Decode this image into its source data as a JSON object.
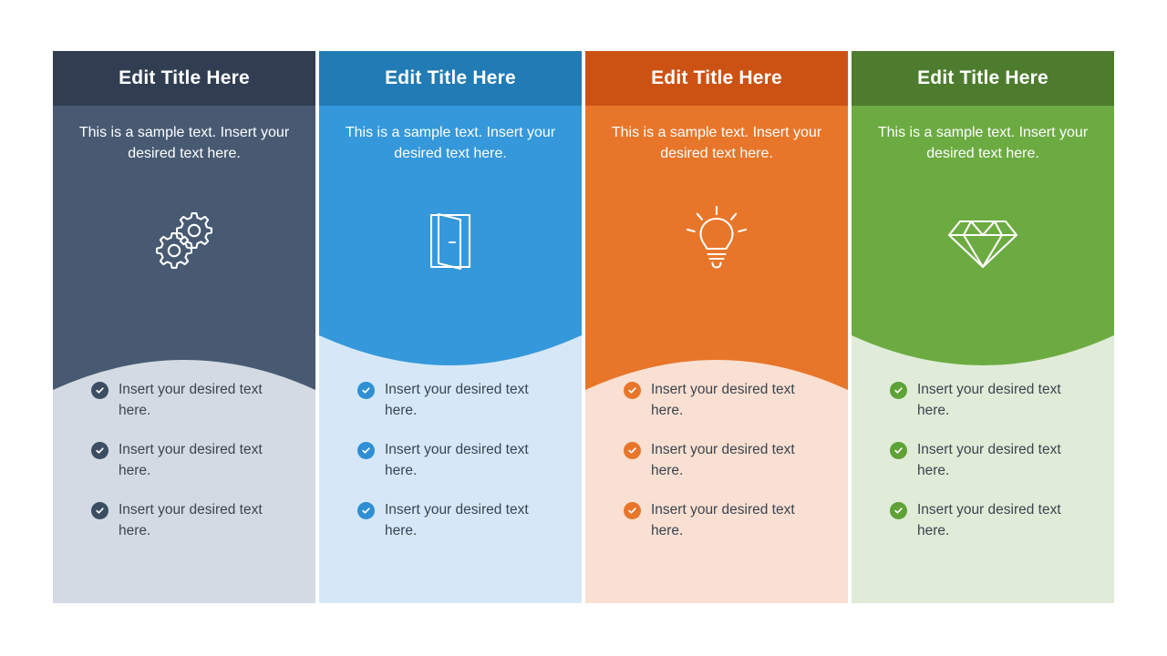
{
  "slide": {
    "background": "#ffffff",
    "layout": "four-column-wave-infographic"
  },
  "columns": [
    {
      "id": "column-1",
      "title": "Edit Title Here",
      "description": "This is a sample text. Insert your desired text here.",
      "icon": "gears-icon",
      "colors": {
        "header": "#313e52",
        "body": "#475a72",
        "tint": "#d3dae3",
        "bullet": "#3c4d63"
      },
      "wave": "up",
      "bullets": [
        "Insert your desired text here.",
        "Insert your desired text here.",
        "Insert your desired text here."
      ]
    },
    {
      "id": "column-2",
      "title": "Edit Title Here",
      "description": "This is a sample text. Insert your desired text here.",
      "icon": "door-icon",
      "colors": {
        "header": "#217bb4",
        "body": "#3498db",
        "tint": "#d6e8f7",
        "bullet": "#2f8fd4"
      },
      "wave": "down",
      "bullets": [
        "Insert your desired text here.",
        "Insert your desired text here.",
        "Insert your desired text here."
      ]
    },
    {
      "id": "column-3",
      "title": "Edit Title Here",
      "description": "This is a sample text. Insert your desired text here.",
      "icon": "lightbulb-icon",
      "colors": {
        "header": "#cc5214",
        "body": "#e8762a",
        "tint": "#f9e0d2",
        "bullet": "#e8762a"
      },
      "wave": "up",
      "bullets": [
        "Insert your desired text here.",
        "Insert your desired text here.",
        "Insert your desired text here."
      ]
    },
    {
      "id": "column-4",
      "title": "Edit Title Here",
      "description": "This is a sample text. Insert your desired text here.",
      "icon": "diamond-icon",
      "colors": {
        "header": "#4e7c2f",
        "body": "#6cab42",
        "tint": "#e0ecd8",
        "bullet": "#5ea236"
      },
      "wave": "down",
      "bullets": [
        "Insert your desired text here.",
        "Insert your desired text here.",
        "Insert your desired text here."
      ]
    }
  ]
}
